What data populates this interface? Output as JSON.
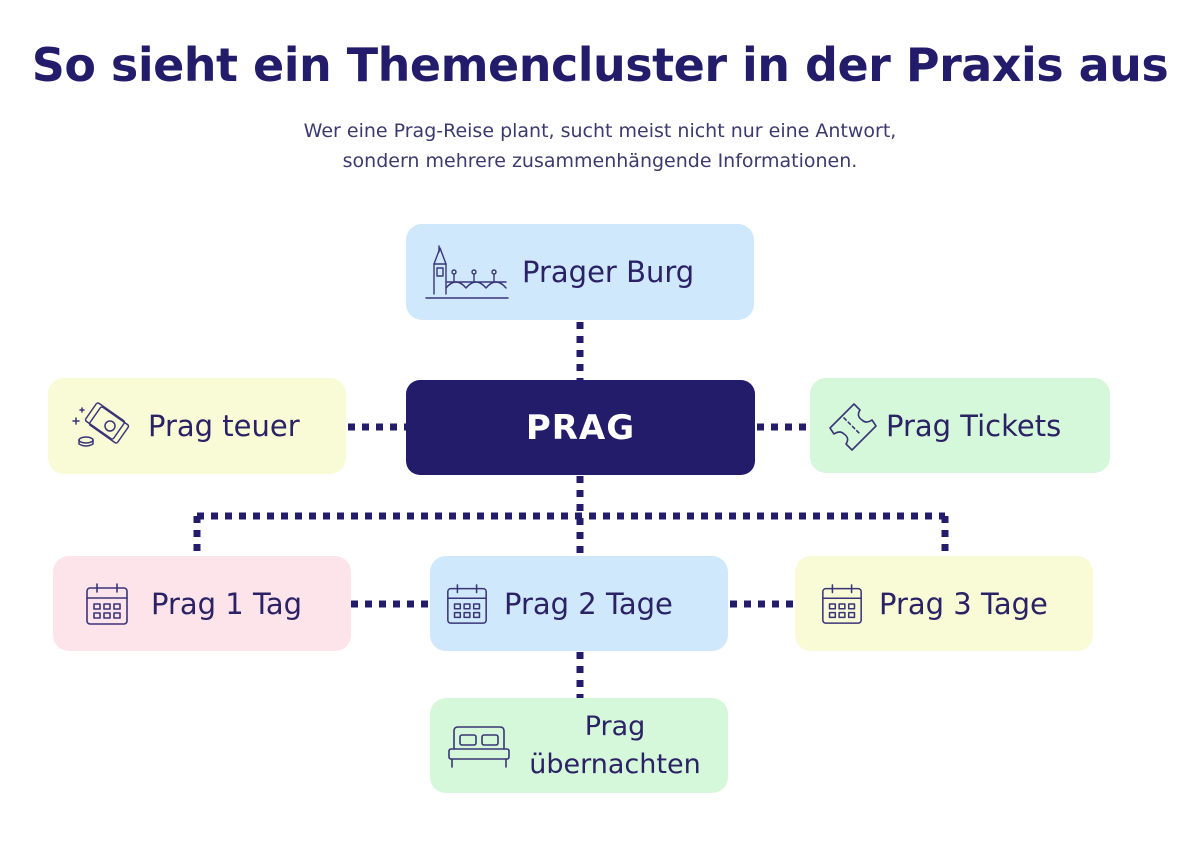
{
  "title": "So sieht ein Themencluster in der Praxis aus",
  "subtitle_line1": "Wer eine Prag-Reise plant, sucht meist nicht nur eine Antwort,",
  "subtitle_line2": "sondern mehrere zusammenhängende Informationen.",
  "colors": {
    "center": "#221c6b",
    "blue": "#cfe8fb",
    "yellow": "#f8fbd6",
    "green": "#d6f8da",
    "pink": "#fde3ea",
    "connector": "#221c6b"
  },
  "nodes": {
    "center": {
      "label": "PRAG"
    },
    "prager_burg": {
      "label": "Prager Burg",
      "icon": "castle-bridge-icon"
    },
    "prag_teuer": {
      "label": "Prag teuer",
      "icon": "money-icon"
    },
    "prag_tickets": {
      "label": "Prag Tickets",
      "icon": "ticket-icon"
    },
    "prag_1_tag": {
      "label": "Prag 1 Tag",
      "icon": "calendar-icon"
    },
    "prag_2_tage": {
      "label": "Prag 2 Tage",
      "icon": "calendar-icon"
    },
    "prag_3_tage": {
      "label": "Prag 3 Tage",
      "icon": "calendar-icon"
    },
    "prag_uebernachten": {
      "label_line1": "Prag",
      "label_line2": "übernachten",
      "icon": "bed-icon"
    }
  }
}
